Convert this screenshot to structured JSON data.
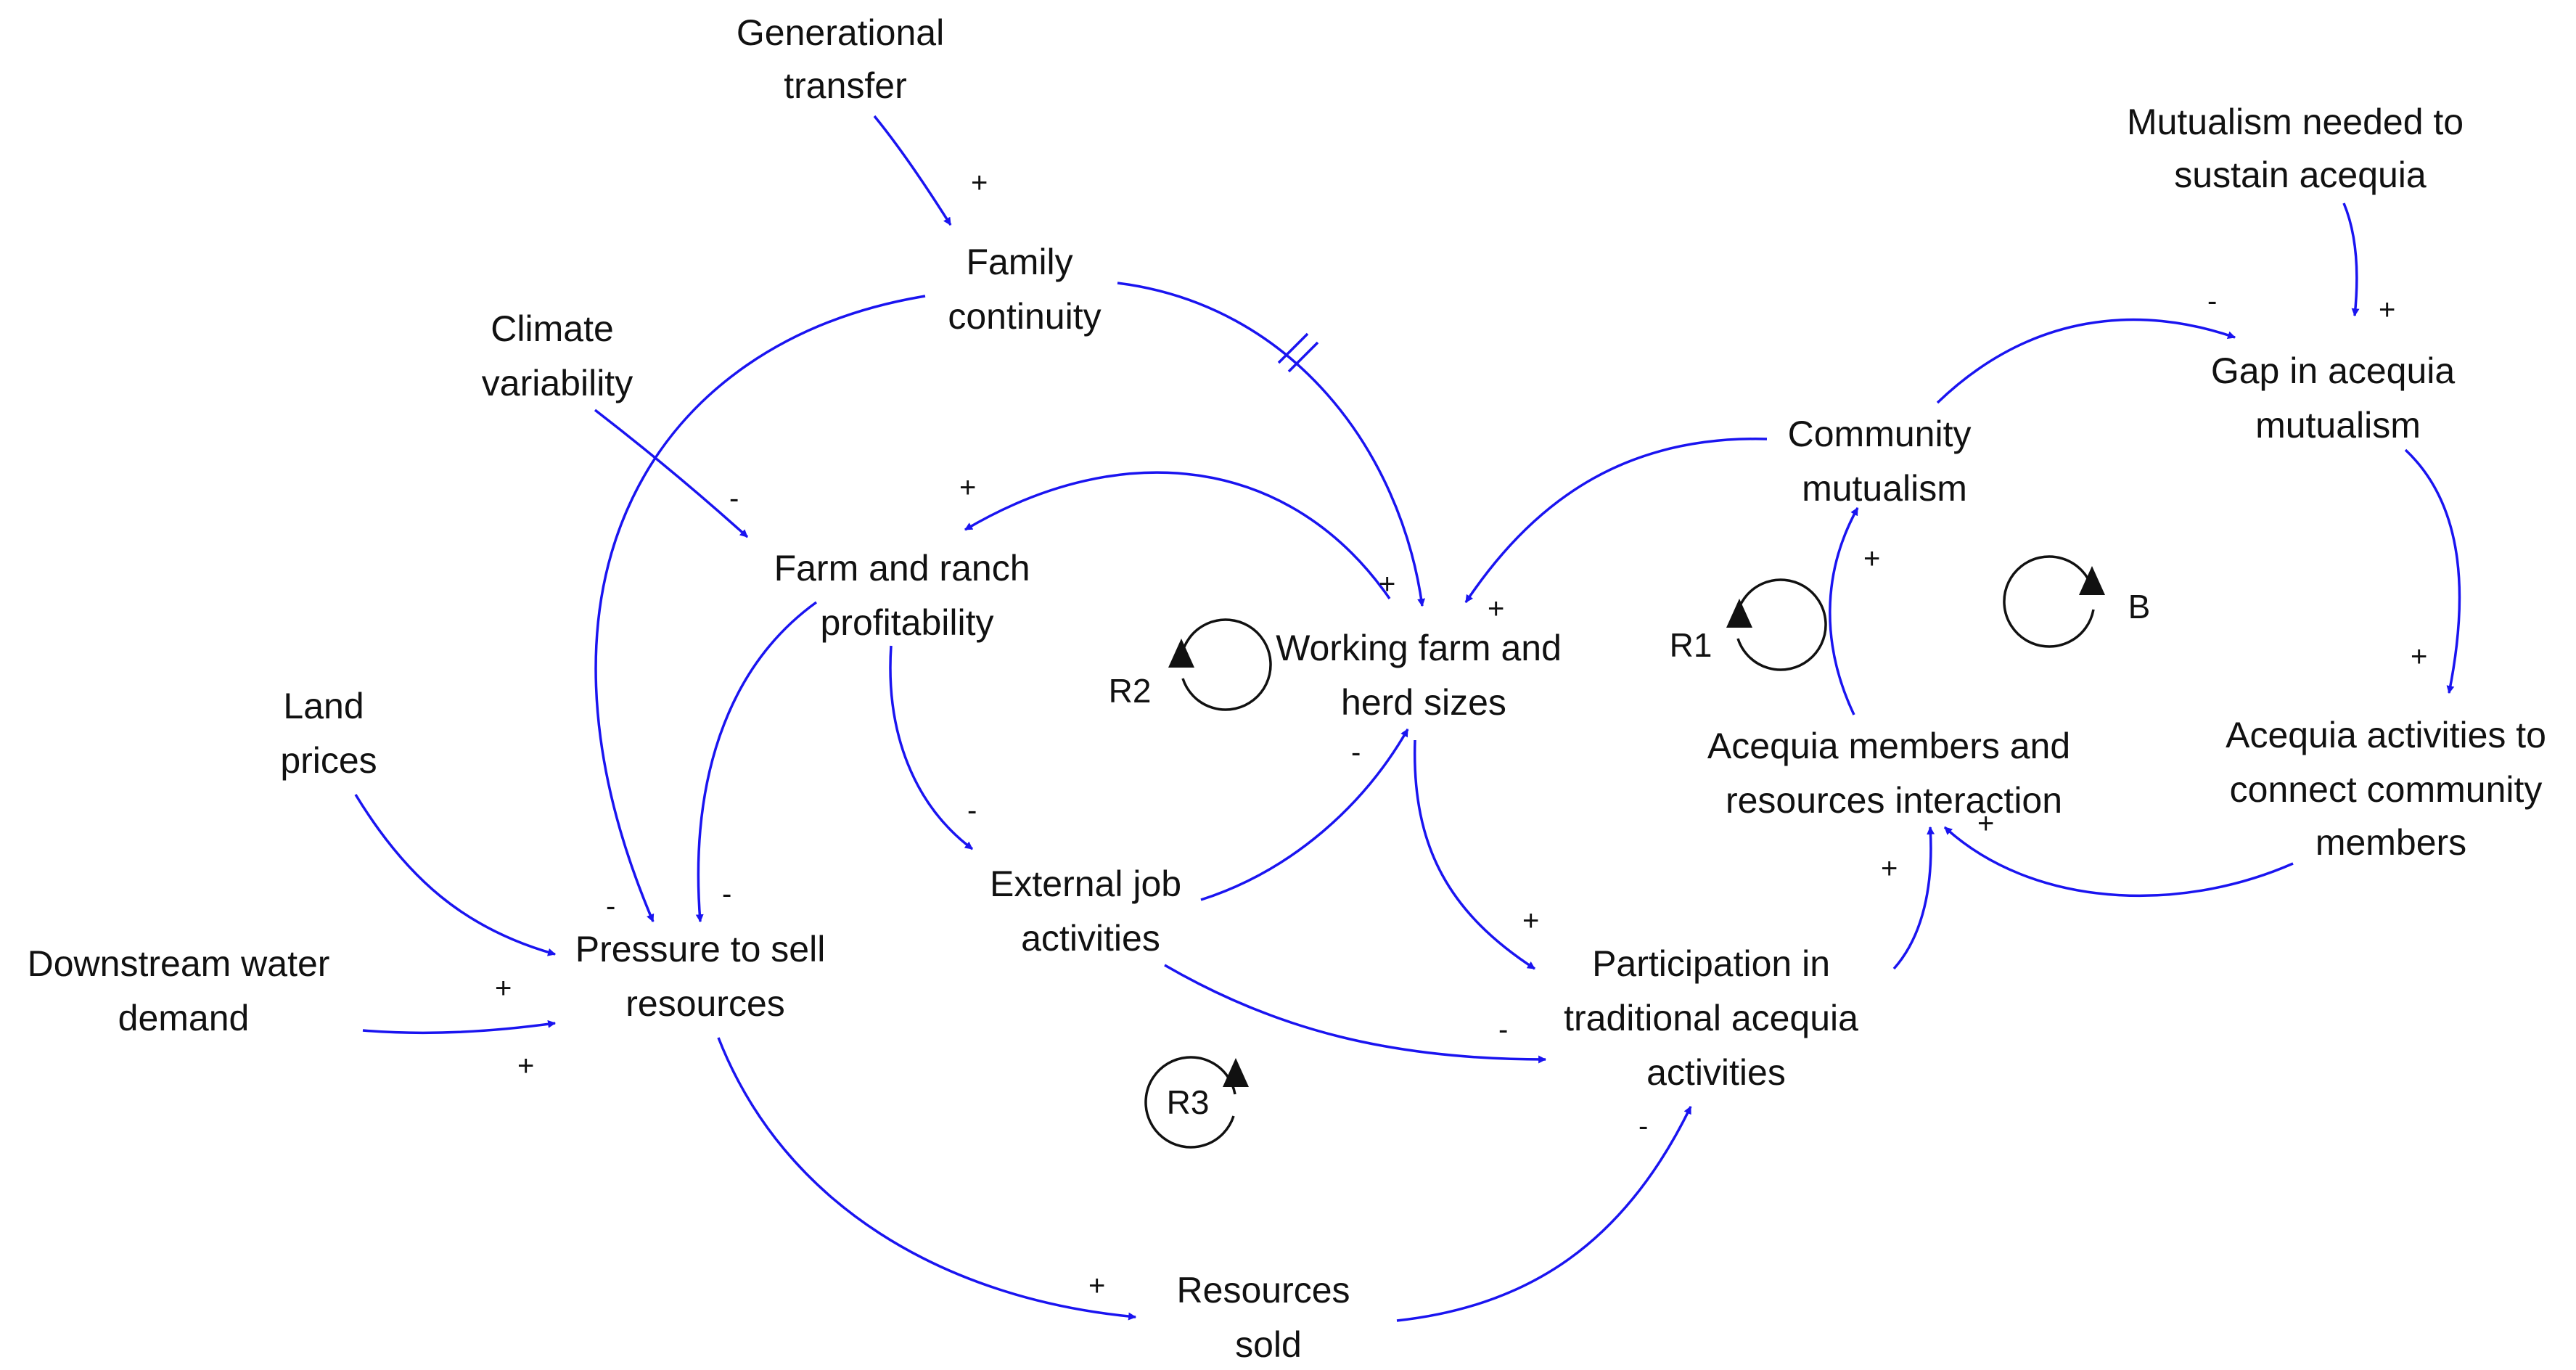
{
  "colors": {
    "link": "#1a14f0",
    "text": "#111111",
    "loop": "#111111",
    "background": "#ffffff"
  },
  "nodes": {
    "generational_transfer": [
      "Generational",
      "transfer"
    ],
    "family_continuity": [
      "Family",
      "continuity"
    ],
    "climate_variability": [
      "Climate",
      "variability"
    ],
    "farm_ranch_profitability": [
      "Farm and ranch",
      "profitability"
    ],
    "working_farm_herd": [
      "Working farm and",
      "herd sizes"
    ],
    "land_prices": [
      "Land",
      "prices"
    ],
    "downstream_water": [
      "Downstream water",
      "demand"
    ],
    "pressure_to_sell": [
      "Pressure to sell",
      "resources"
    ],
    "external_job": [
      "External job",
      "activities"
    ],
    "participation": [
      "Participation in",
      "traditional acequia",
      "activities"
    ],
    "resources_sold": [
      "Resources",
      "sold"
    ],
    "community_mutualism": [
      "Community",
      "mutualism"
    ],
    "acequia_interaction": [
      "Acequia members and",
      "resources interaction"
    ],
    "mutualism_needed": [
      "Mutualism needed to",
      "sustain acequia"
    ],
    "gap_mutualism": [
      "Gap in acequia",
      "mutualism"
    ],
    "acequia_activities": [
      "Acequia activities to",
      "connect community",
      "members"
    ]
  },
  "loops": {
    "R1": "R1",
    "R2": "R2",
    "R3": "R3",
    "B": "B"
  },
  "polarities": {
    "gen_to_family": "+",
    "climate_to_profit": "-",
    "working_to_profit": "+",
    "family_to_working": "+",
    "community_to_working": "+",
    "profit_to_pressure": "-",
    "family_to_pressure": "-",
    "profit_to_external": "-",
    "external_to_working": "-",
    "working_to_participation": "+",
    "external_to_participation": "-",
    "land_to_pressure": "+",
    "downstream_to_pressure": "+",
    "pressure_to_sold": "+",
    "sold_to_participation": "-",
    "participation_to_interaction": "+",
    "activities_to_interaction": "+",
    "interaction_to_community": "+",
    "community_to_gap": "-",
    "needed_to_gap": "+",
    "gap_to_activities": "+"
  }
}
